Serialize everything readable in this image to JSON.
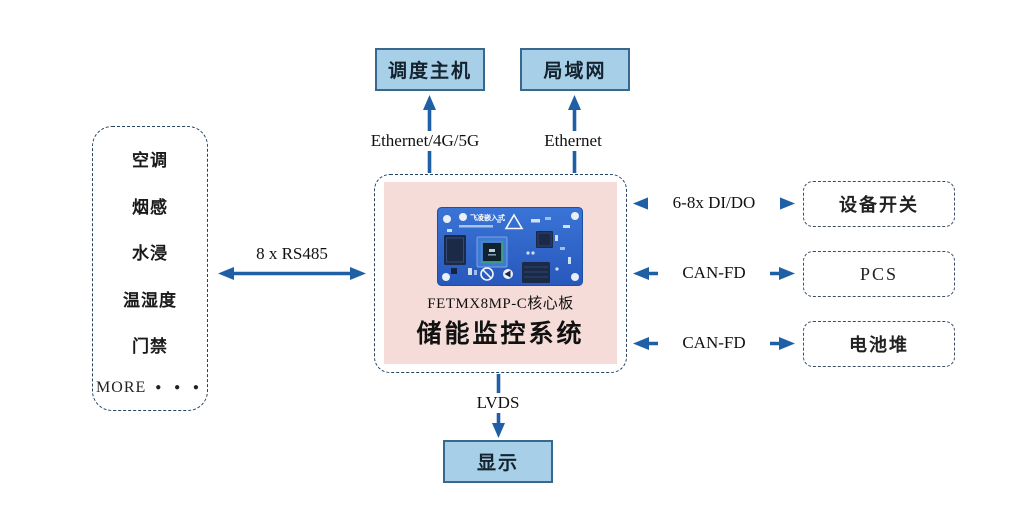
{
  "diagram": {
    "top_nodes": [
      {
        "label": "调度主机"
      },
      {
        "label": "局域网"
      }
    ],
    "top_links": [
      {
        "label": "Ethernet/4G/5G"
      },
      {
        "label": "Ethernet"
      }
    ],
    "left_panel": {
      "items": [
        "空调",
        "烟感",
        "水浸",
        "温湿度",
        "门禁"
      ],
      "more_label": "MORE",
      "more_dots": "● ● ●"
    },
    "left_link": {
      "label": "8 x RS485"
    },
    "center": {
      "board_label": "FETMX8MP-C核心板",
      "title": "储能监控系统",
      "pcb_logo_text": "飞凌嵌入式"
    },
    "right_links": [
      {
        "label": "6-8x DI/DO"
      },
      {
        "label": "CAN-FD"
      },
      {
        "label": "CAN-FD"
      }
    ],
    "right_nodes": [
      {
        "label": "设备开关"
      },
      {
        "label": "PCS"
      },
      {
        "label": "电池堆"
      }
    ],
    "bottom_link": {
      "label": "LVDS"
    },
    "bottom_node": {
      "label": "显示"
    },
    "colors": {
      "arrow": "#1e5fa6",
      "node_fill": "#a7d0e8",
      "node_border": "#39688f",
      "dashed_border": "#24445f",
      "center_fill": "#f5dcd8",
      "pcb_blue": "#2e66cc"
    }
  }
}
